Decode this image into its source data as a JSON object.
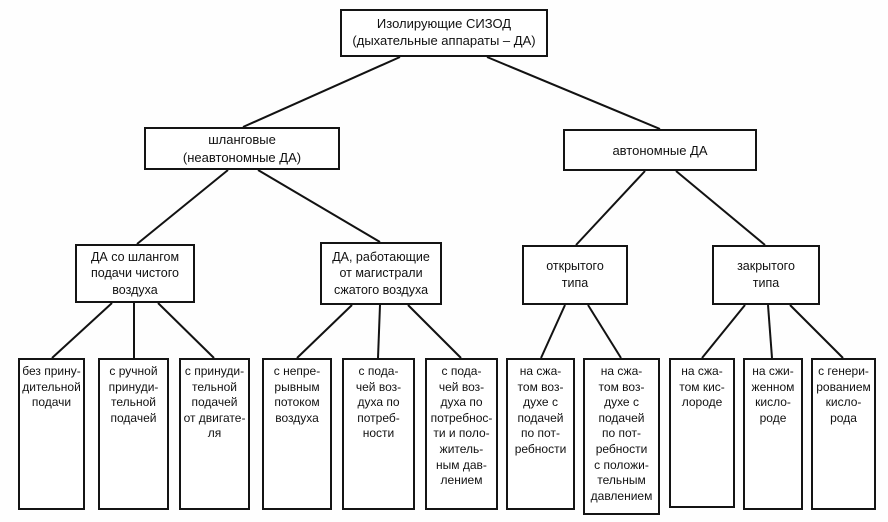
{
  "root": {
    "label": "Изолирующие СИЗОД\n(дыхательные аппараты – ДА)"
  },
  "level2": [
    {
      "id": "hose",
      "label": "шланговые\n(неавтономные ДА)"
    },
    {
      "id": "autonomous",
      "label": "автономные ДА"
    }
  ],
  "level3": [
    {
      "id": "clean-air-hose",
      "label": "ДА со шлангом\nподачи чистого\nвоздуха"
    },
    {
      "id": "compressed-air-line",
      "label": "ДА, работающие\nот магистрали\nсжатого воздуха"
    },
    {
      "id": "open-type",
      "label": "открытого\nтипа"
    },
    {
      "id": "closed-type",
      "label": "закрытого\nтипа"
    }
  ],
  "leaves": [
    {
      "id": "no-forced-supply",
      "label": "без прину-\nдительной\nподачи"
    },
    {
      "id": "manual-forced-supply",
      "label": "с ручной\nпринуди-\nтельной\nподачей"
    },
    {
      "id": "engine-forced-supply",
      "label": "с принуди-\nтельной\nподачей\nот двигате-\nля"
    },
    {
      "id": "continuous-air-flow",
      "label": "с непре-\nрывным\nпотоком\nвоздуха"
    },
    {
      "id": "air-on-demand",
      "label": "с пода-\nчей воз-\nдуха по\nпотреб-\nности"
    },
    {
      "id": "air-on-demand-positive-pressure",
      "label": "с пода-\nчей воз-\nдуха по\nпотребнос-\nти и поло-\nжитель-\nным дав-\nлением"
    },
    {
      "id": "compressed-air-on-demand",
      "label": "на сжа-\nтом воз-\nдухе с\nподачей\nпо пот-\nребности"
    },
    {
      "id": "compressed-air-on-demand-positive-pressure",
      "label": "на сжа-\nтом воз-\nдухе с\nподачей\nпо пот-\nребности\nс положи-\nтельным\nдавлением"
    },
    {
      "id": "compressed-oxygen",
      "label": "на сжа-\nтом кис-\nлороде"
    },
    {
      "id": "liquefied-oxygen",
      "label": "на сжи-\nженном\nкисло-\nроде"
    },
    {
      "id": "oxygen-generating",
      "label": "с генери-\nрованием\nкисло-\nрода"
    }
  ]
}
